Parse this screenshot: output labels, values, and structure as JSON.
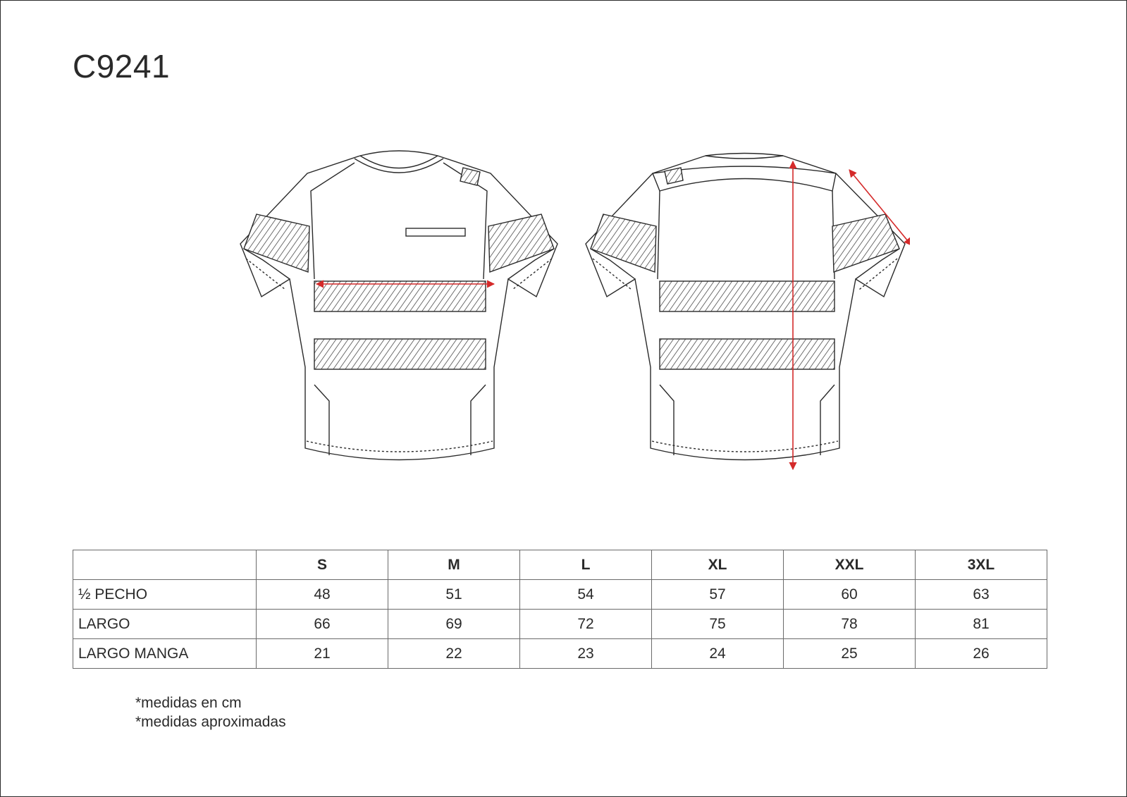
{
  "document": {
    "product_code": "C9241",
    "icon": "tshirt-technical-drawing",
    "measure_color": "#d42a2a"
  },
  "size_table": {
    "header": [
      "",
      "S",
      "M",
      "L",
      "XL",
      "XXL",
      "3XL"
    ],
    "rows": [
      {
        "label": "½  PECHO",
        "values": [
          "48",
          "51",
          "54",
          "57",
          "60",
          "63"
        ]
      },
      {
        "label": "LARGO",
        "values": [
          "66",
          "69",
          "72",
          "75",
          "78",
          "81"
        ]
      },
      {
        "label": "LARGO MANGA",
        "values": [
          "21",
          "22",
          "23",
          "24",
          "25",
          "26"
        ]
      }
    ]
  },
  "notes": [
    "*medidas en cm",
    "*medidas aproximadas"
  ]
}
